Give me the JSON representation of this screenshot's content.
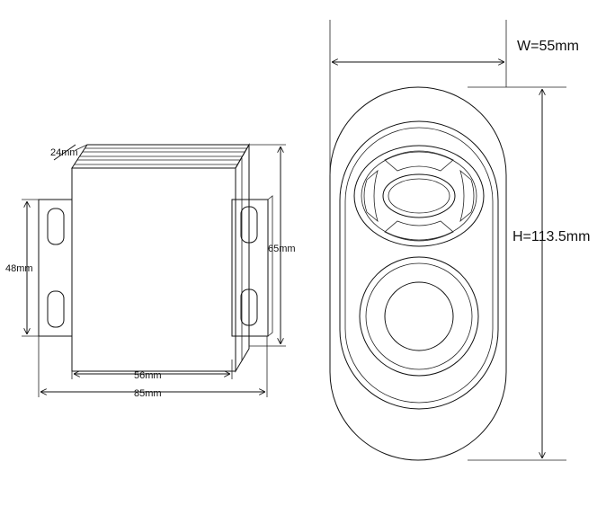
{
  "controller_box": {
    "depth_label": "24mm",
    "height_label": "48mm",
    "total_height_label": "65mm",
    "body_width_label": "56mm",
    "total_width_label": "85mm"
  },
  "remote": {
    "width_label": "W=55mm",
    "height_label": "H=113.5mm"
  },
  "colors": {
    "line": "#111111",
    "background": "#ffffff"
  }
}
